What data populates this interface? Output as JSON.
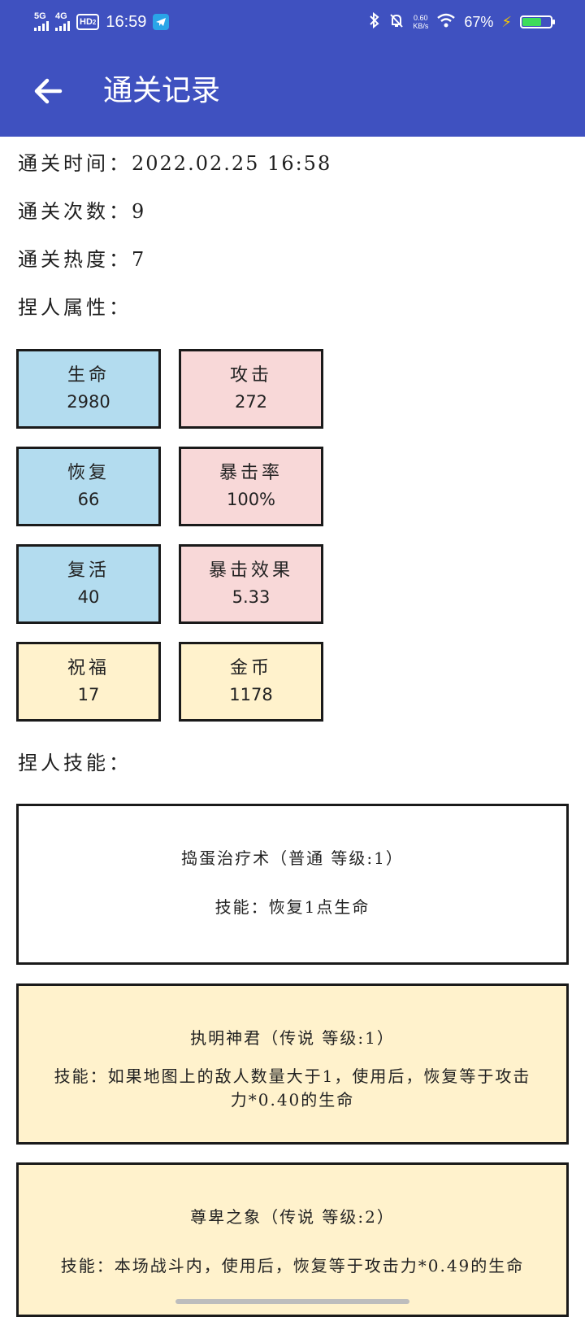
{
  "status_bar": {
    "signal1_label": "5G",
    "signal2_label": "4G",
    "hd_label": "HD",
    "hd_sub": "2",
    "time": "16:59",
    "net_speed_value": "0.60",
    "net_speed_unit": "KB/s",
    "battery_percent": "67%",
    "battery_level": 0.67
  },
  "app_bar": {
    "title": "通关记录"
  },
  "info": {
    "clear_time_label": "通关时间：",
    "clear_time_value": "2022.02.25 16:58",
    "clear_count_label": "通关次数：",
    "clear_count_value": "9",
    "clear_heat_label": "通关热度：",
    "clear_heat_value": "7",
    "attributes_label": "捏人属性：",
    "skills_label": "捏人技能："
  },
  "attributes": [
    {
      "name": "生命",
      "value": "2980"
    },
    {
      "name": "攻击",
      "value": "272"
    },
    {
      "name": "恢复",
      "value": "66"
    },
    {
      "name": "暴击率",
      "value": "100%"
    },
    {
      "name": "复活",
      "value": "40"
    },
    {
      "name": "暴击效果",
      "value": "5.33"
    },
    {
      "name": "祝福",
      "value": "17"
    },
    {
      "name": "金币",
      "value": "1178"
    }
  ],
  "skills": [
    {
      "name": "捣蛋治疗术（普通 等级:1）",
      "desc": "技能：恢复1点生命"
    },
    {
      "name": "执明神君（传说 等级:1）",
      "desc": "技能：如果地图上的敌人数量大于1，使用后，恢复等于攻击力*0.40的生命"
    },
    {
      "name": "尊卑之象（传说 等级:2）",
      "desc": "技能：本场战斗内，使用后，恢复等于攻击力*0.49的生命"
    }
  ],
  "colors": {
    "primary": "#3f51c0",
    "attr_blue": "#b3dcef",
    "attr_pink": "#f8d8d8",
    "attr_yellow": "#fff2cc"
  }
}
